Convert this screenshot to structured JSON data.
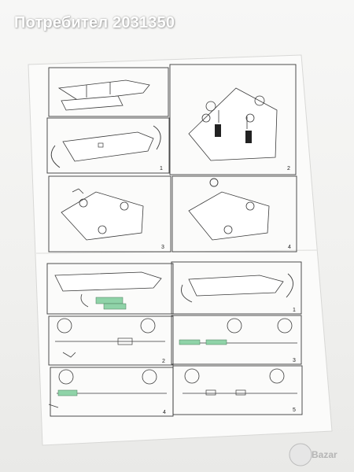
{
  "watermark": {
    "text": "Потребител 2031350"
  },
  "brand": {
    "logo_text": "Bazar"
  },
  "panels": {
    "top": [
      {
        "step": ""
      },
      {
        "step": "1"
      },
      {
        "step": "2"
      },
      {
        "step": "3"
      },
      {
        "step": "4"
      }
    ],
    "bottom": [
      {
        "step": ""
      },
      {
        "step": "1"
      },
      {
        "step": "2"
      },
      {
        "step": "3"
      },
      {
        "step": "4"
      },
      {
        "step": "5"
      }
    ]
  },
  "colors": {
    "paper": "#fbfbfa",
    "line": "#3a3a3a",
    "label_green": "#8fd3a8",
    "watermark": "#ffffff"
  }
}
